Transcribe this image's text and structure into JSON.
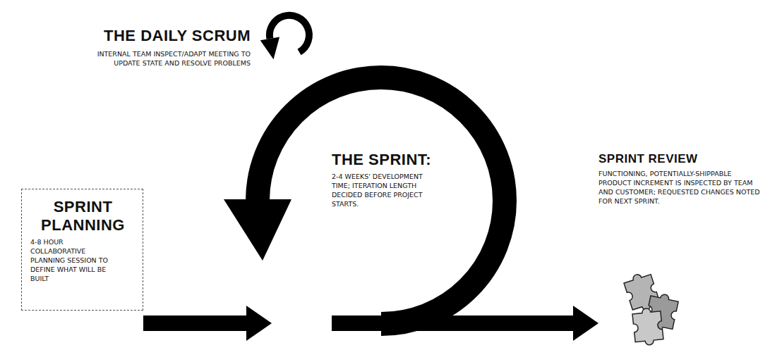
{
  "diagram": {
    "nodes": [
      {
        "text": [
          "SPRINT PLANNING",
          "4-8 HOUR COLLABORATIVE PLANNING SESSION TO DEFINE WHAT WILL BE BUILT"
        ]
      },
      {
        "text": [
          "THE SPRINT:",
          "2-4 WEEKS' DEVELOPMENT TIME; ITERATION LENGTH DECIDED BEFORE PROJECT STARTS."
        ]
      },
      {
        "text": [
          "SPRINT REVIEW",
          "FUNCTIONING, POTENTIALLY-SHIPPABLE PRODUCT INCREMENT IS INSPECTED BY TEAM AND CUSTOMER; REQUESTED CHANGES NOTED FOR NEXT SPRINT."
        ]
      }
    ],
    "edges": [
      {
        "from": 0,
        "to": 1,
        "arrow": "to"
      },
      {
        "from": 1,
        "to": 2,
        "arrow": "to"
      }
    ],
    "labels": [
      "THE DAILY SCRUM",
      "INTERNAL TEAM INSPECT/ADAPT MEETING TO UPDATE STATE AND RESOLVE PROBLEMS"
    ]
  }
}
